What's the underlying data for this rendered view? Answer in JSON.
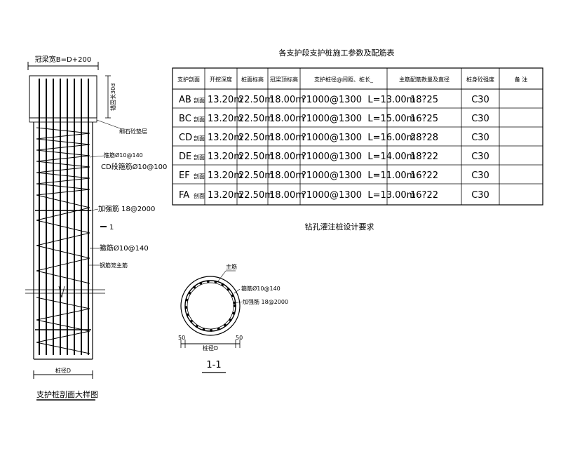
{
  "drawing": {
    "cap_width_label": "冠梁宽B=D+200",
    "anchor_label": "锚固长30d",
    "gravel_label": "细石砼垫层",
    "spiral_label_1": "箍筋Ø10@140",
    "spiral_label_cd": "CD段箍筋Ø10@100",
    "stiffener_label": "加强筋 18@2000",
    "section_marker": "1",
    "spiral_label_2": "箍筋Ø10@140",
    "main_rebar_label": "钢筋笼主筋",
    "pile_diameter_label": "桩径D",
    "elevation_title": "支护桩剖面大样图"
  },
  "section": {
    "main_rebar_label": "主筋",
    "spiral_label": "箍筋Ø10@140",
    "stiffener_label": "加强筋 18@2000",
    "dim_left": "50",
    "dim_right": "50",
    "diameter_label": "桩径D",
    "title": "1-1"
  },
  "table": {
    "title": "各支护段支护桩施工参数及配筋表",
    "headers": [
      "支护剖面",
      "开挖深度",
      "桩面标高",
      "冠梁顶标高",
      "支护桩径@间距、桩长_",
      "主筋配筋数量及直径",
      "桩身砼强度",
      "备  注"
    ],
    "rows": [
      {
        "section": "AB",
        "suffix": "剖面",
        "depth": "13.20m",
        "pile_top": "22.50m",
        "cap_top": "18.00m",
        "pile": "?1000@1300  L=13.00m",
        "rebar": "18?25",
        "concrete": "C30",
        "note": ""
      },
      {
        "section": "BC",
        "suffix": "剖面",
        "depth": "13.20m",
        "pile_top": "22.50m",
        "cap_top": "18.00m",
        "pile": "?1000@1300  L=15.00m",
        "rebar": "16?25",
        "concrete": "C30",
        "note": ""
      },
      {
        "section": "CD",
        "suffix": "剖面",
        "depth": "13.20m",
        "pile_top": "22.50m",
        "cap_top": "18.00m",
        "pile": "?1000@1300  L=16.00m",
        "rebar": "28?28",
        "concrete": "C30",
        "note": ""
      },
      {
        "section": "DE",
        "suffix": "剖面",
        "depth": "13.20m",
        "pile_top": "22.50m",
        "cap_top": "18.00m",
        "pile": "?1000@1300  L=14.00m",
        "rebar": "18?22",
        "concrete": "C30",
        "note": ""
      },
      {
        "section": "EF",
        "suffix": "剖面",
        "depth": "13.20m",
        "pile_top": "22.50m",
        "cap_top": "18.00m",
        "pile": "?1000@1300  L=11.00m",
        "rebar": "16?22",
        "concrete": "C30",
        "note": ""
      },
      {
        "section": "FA",
        "suffix": "剖面",
        "depth": "13.20m",
        "pile_top": "22.50m",
        "cap_top": "18.00m",
        "pile": "?1000@1300  L=13.00m",
        "rebar": "16?22",
        "concrete": "C30",
        "note": ""
      }
    ],
    "footer_title": "钻孔灌注桩设计要求"
  }
}
